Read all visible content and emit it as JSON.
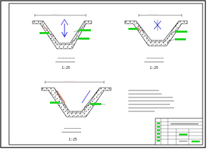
{
  "sections": [
    {
      "title": "一一一一一",
      "scale": "1:25"
    },
    {
      "title": "一一一一一",
      "scale": "1:25"
    },
    {
      "title": "一一一一一",
      "scale": "1:25"
    }
  ],
  "colors": {
    "frame": "#000000",
    "paper": "#ffffff",
    "earth": "#7a7a7a",
    "water": "#2f2fd8",
    "label": "#1fd51f",
    "slope": "#e0502a",
    "accent": "#c01c1c"
  },
  "icons": {
    "north_arrow": "v-arrow-icon"
  }
}
